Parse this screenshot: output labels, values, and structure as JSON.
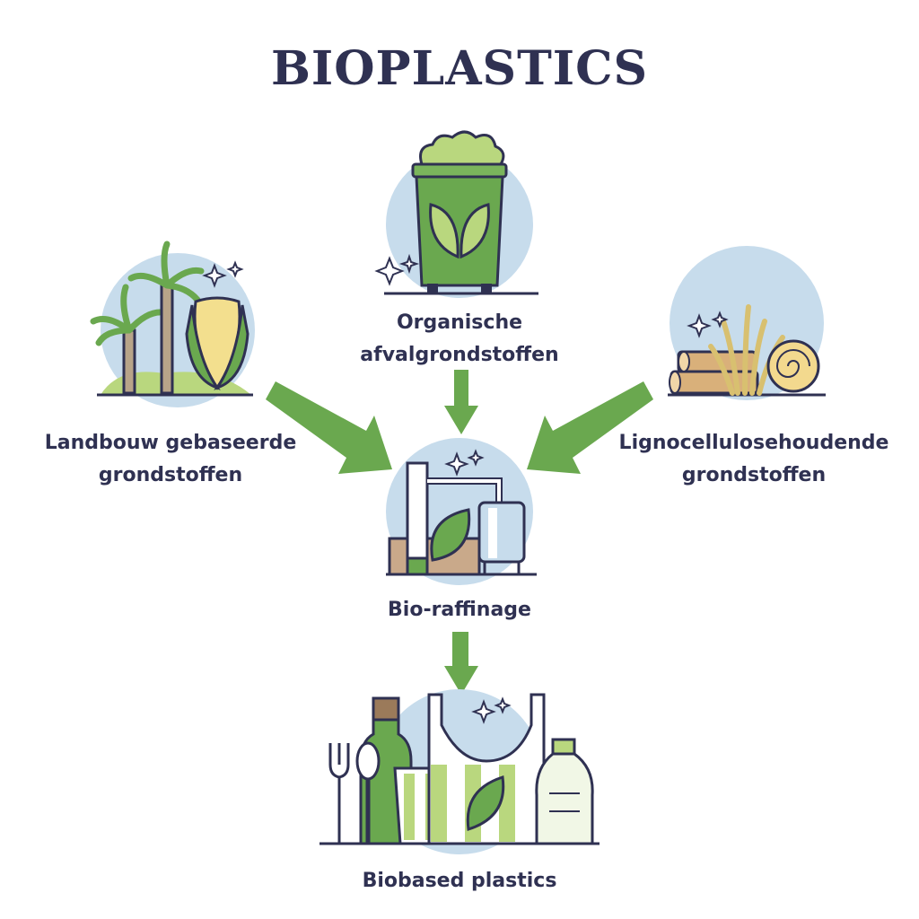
{
  "title": "BIOPLASTICS",
  "nodes": {
    "organic": {
      "line1": "Organische",
      "line2": "afvalgrondstoffen"
    },
    "agri": {
      "line1": "Landbouw gebaseerde",
      "line2": "grondstoffen"
    },
    "ligno": {
      "line1": "Lignocellulosehoudende",
      "line2": "grondstoffen"
    },
    "refinery": {
      "label": "Bio-raffinage"
    },
    "plastics": {
      "label": "Biobased plastics"
    }
  },
  "colors": {
    "dark": "#2f3152",
    "green": "#6aa84f",
    "light_green": "#b9d77e",
    "circle": "#c7dcec"
  }
}
